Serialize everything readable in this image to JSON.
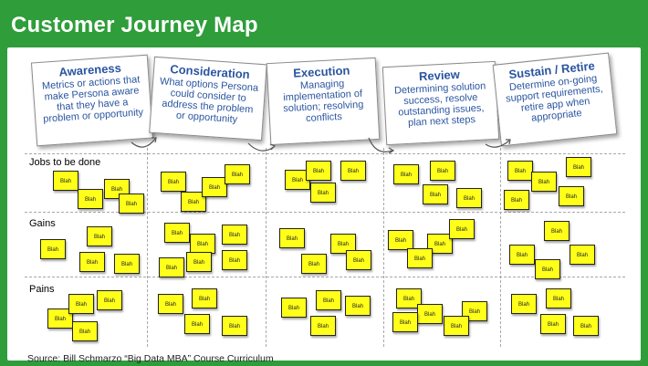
{
  "title": "Customer Journey Map",
  "stages": [
    {
      "name": "Awareness",
      "description": "Metrics or actions that make Persona aware that they have a problem or opportunity"
    },
    {
      "name": "Consideration",
      "description": "What options Persona could consider to address the problem or opportunity"
    },
    {
      "name": "Execution",
      "description": "Managing implementation of solution; resolving conflicts"
    },
    {
      "name": "Review",
      "description": "Determining solution success, resolve outstanding issues, plan next steps"
    },
    {
      "name": "Sustain / Retire",
      "description": "Determine on-going support requirements, retire app when appropriate"
    }
  ],
  "rows": [
    "Jobs to be done",
    "Gains",
    "Pains"
  ],
  "note_text": "Blah",
  "note_color": "#ffff1a",
  "header_color": "#2e9d3a",
  "card_text_color": "#2a55a0",
  "source": "Source: Bill Schmarzo “Big Data MBA” Course Curriculum"
}
